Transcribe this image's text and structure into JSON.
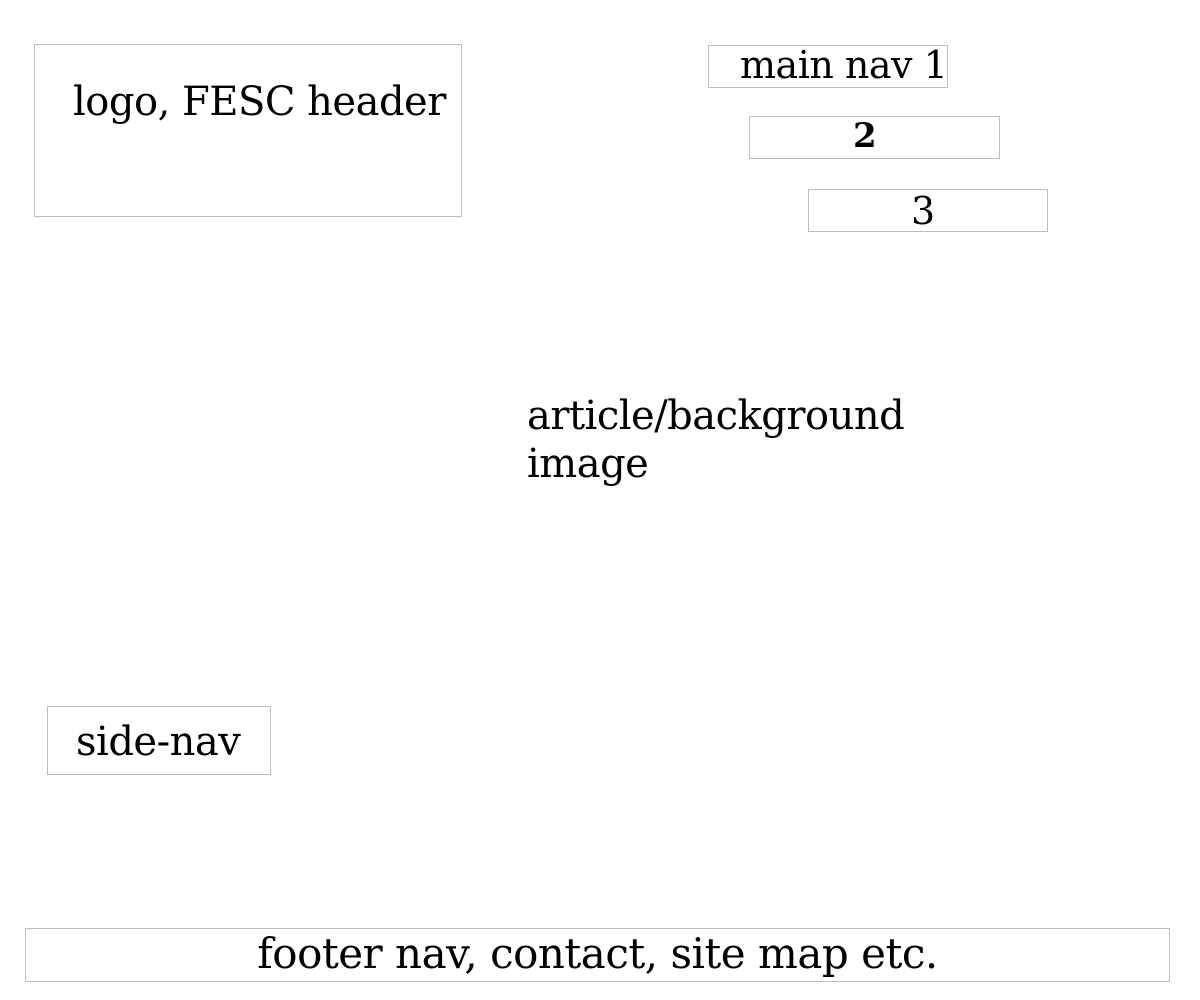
{
  "header": {
    "logo_label": "logo, FESC header"
  },
  "main_nav": {
    "items": [
      {
        "label": "main nav 1"
      },
      {
        "label": "2"
      },
      {
        "label": "3"
      }
    ]
  },
  "article": {
    "label": "article/background image"
  },
  "side_nav": {
    "label": "side-nav"
  },
  "footer": {
    "label": "footer nav, contact, site map etc."
  },
  "colors": {
    "box_border": "#bdbdbd",
    "text": "#000000",
    "background": "#ffffff"
  }
}
